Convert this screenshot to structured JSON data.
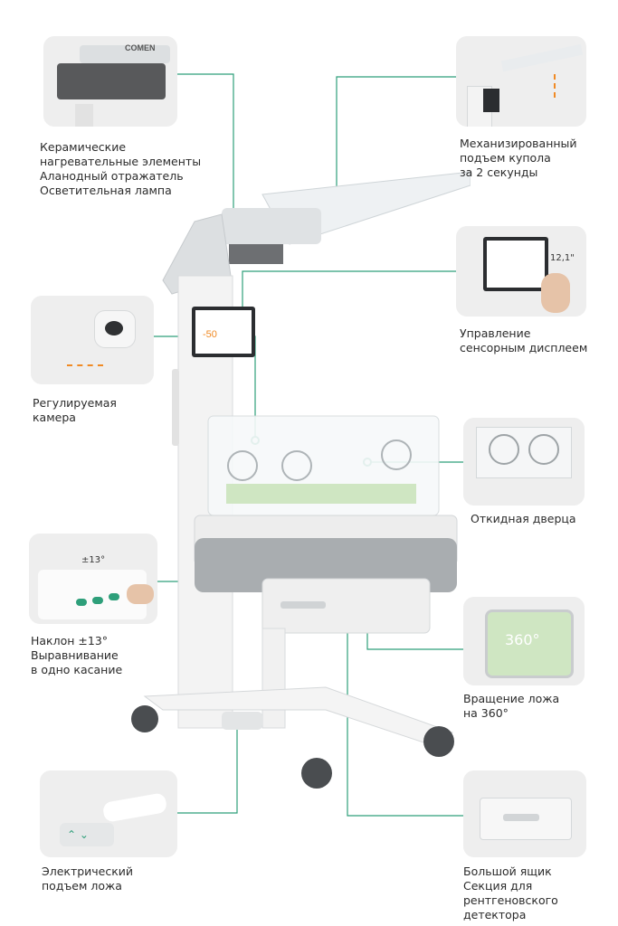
{
  "features": {
    "heaters": {
      "brand": "COMEN",
      "lines": [
        "Керамические",
        "нагревательные элементы",
        "Аланодный отражатель",
        "Осветительная лампа"
      ]
    },
    "canopy": {
      "lines": [
        "Механизированный",
        "подъем купола",
        "за 2 секунды"
      ]
    },
    "touchscreen": {
      "size_label": "12,1\"",
      "lines": [
        "Управление",
        "сенсорным дисплеем"
      ]
    },
    "camera": {
      "lines": [
        "Регулируемая",
        "камера"
      ]
    },
    "door": {
      "lines": [
        "Откидная дверца"
      ]
    },
    "tilt": {
      "badge": "±13°",
      "lines": [
        "Наклон ±13°",
        "Выравнивание",
        "в одно касание"
      ]
    },
    "rotation": {
      "badge": "360°",
      "lines": [
        "Вращение ложа",
        "на 360°"
      ]
    },
    "lift": {
      "lines": [
        "Электрический",
        "подъем ложа"
      ]
    },
    "drawer": {
      "lines": [
        "Большой ящик",
        "Секция для",
        "рентгеновского",
        "детектора"
      ]
    }
  },
  "device_screen": {
    "value": "-50"
  },
  "colors": {
    "accent": "#2e9f7a",
    "thumb_bg": "#eeeeee",
    "device_white": "#f2f2f2",
    "mattress": "#cfe6c2"
  }
}
